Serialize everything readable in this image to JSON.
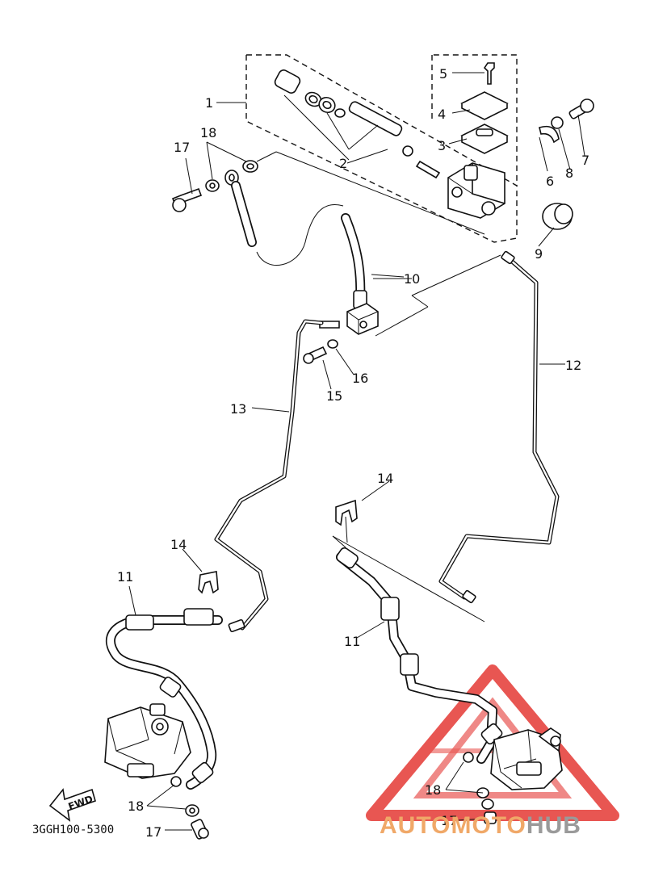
{
  "diagram_code": "3GGH100-5300",
  "direction_label": "FWD",
  "part_labels": [
    "1",
    "2",
    "3",
    "4",
    "5",
    "6",
    "7",
    "8",
    "9",
    "10",
    "11",
    "12",
    "13",
    "14",
    "15",
    "16",
    "17",
    "18"
  ],
  "watermark": {
    "part1": "AUTOMOTO",
    "part2": "HUB",
    "color1": "#f0a868",
    "color2": "#9a9a9a",
    "logo_color": "#e53935"
  }
}
